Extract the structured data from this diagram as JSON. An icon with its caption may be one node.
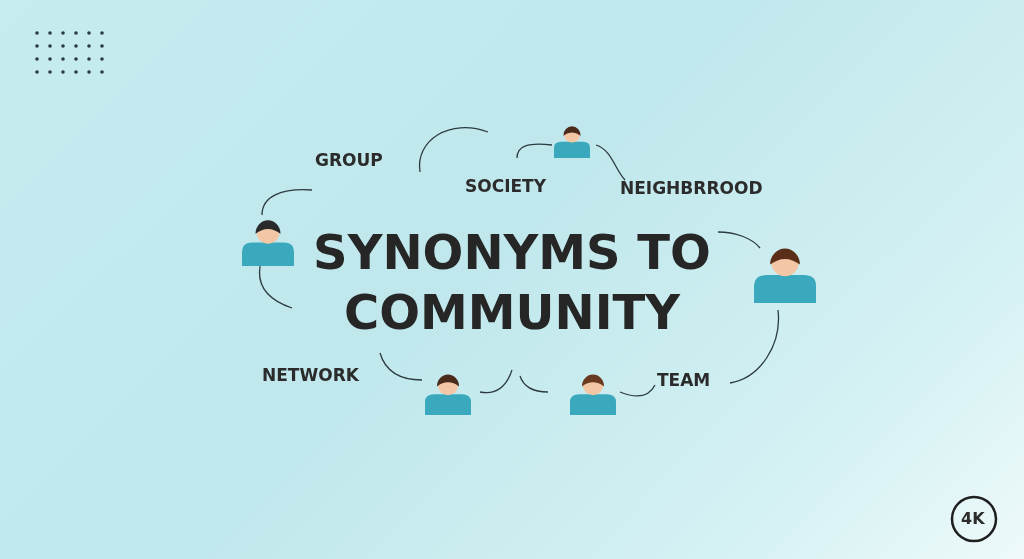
{
  "diagram": {
    "title": "SYNONYMS TO COMMUNITY",
    "labels": [
      "GROUP",
      "SOCIETY",
      "NEIGHBRROOD",
      "NETWORK",
      "TEAM",
      "4K"
    ]
  }
}
